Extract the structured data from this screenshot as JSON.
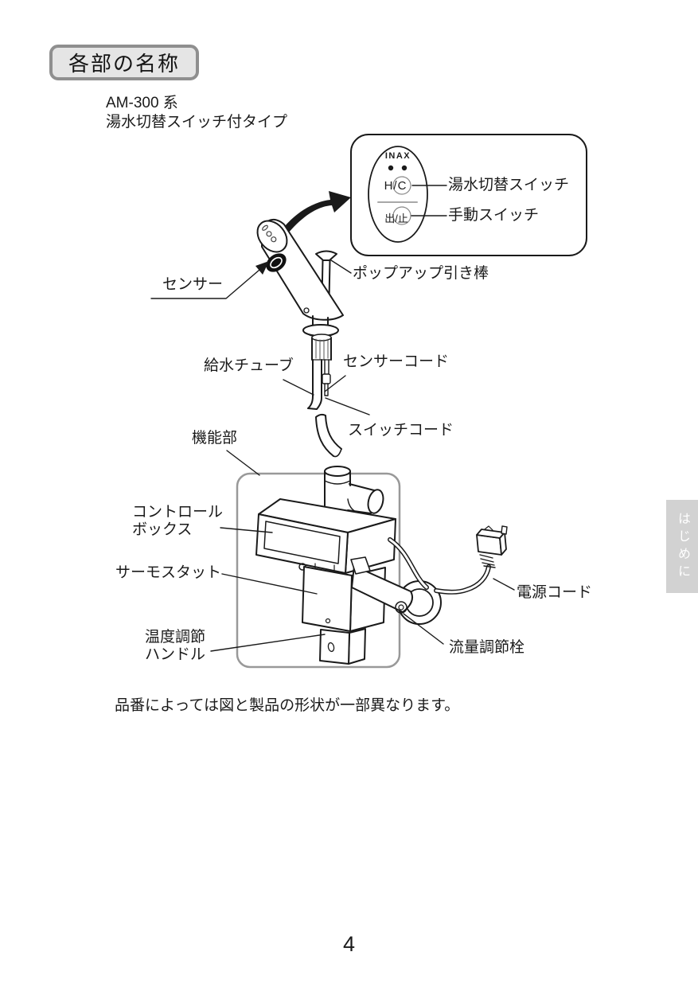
{
  "page": {
    "section_title": "各部の名称",
    "model_line1": "AM-300 系",
    "model_line2": "湯水切替スイッチ付タイプ",
    "note": "品番によっては図と製品の形状が一部異なります。",
    "page_number": "4",
    "side_tab": "はじめに"
  },
  "callout": {
    "brand": "INAX",
    "hc_switch": "H/C",
    "manual_switch": "出/止",
    "hc_label": "湯水切替スイッチ",
    "manual_label": "手動スイッチ"
  },
  "part_labels": {
    "sensor": "センサー",
    "popup_rod": "ポップアップ引き棒",
    "supply_tube": "給水チューブ",
    "sensor_cord": "センサーコード",
    "switch_cord": "スイッチコード",
    "function_unit": "機能部",
    "control_box_line1": "コントロール",
    "control_box_line2": "ボックス",
    "thermostat": "サーモスタット",
    "power_cord": "電源コード",
    "temp_handle_line1": "温度調節",
    "temp_handle_line2": "ハンドル",
    "flow_valve": "流量調節栓"
  },
  "colors": {
    "line": "#1a1a1a",
    "gray_outline": "#999999",
    "title_box_border": "#8f8f8f",
    "title_box_fill": "#e5e5e5",
    "side_tab_fill": "#d2d2d2",
    "side_tab_text": "#ffffff",
    "page_bg": "#ffffff"
  }
}
